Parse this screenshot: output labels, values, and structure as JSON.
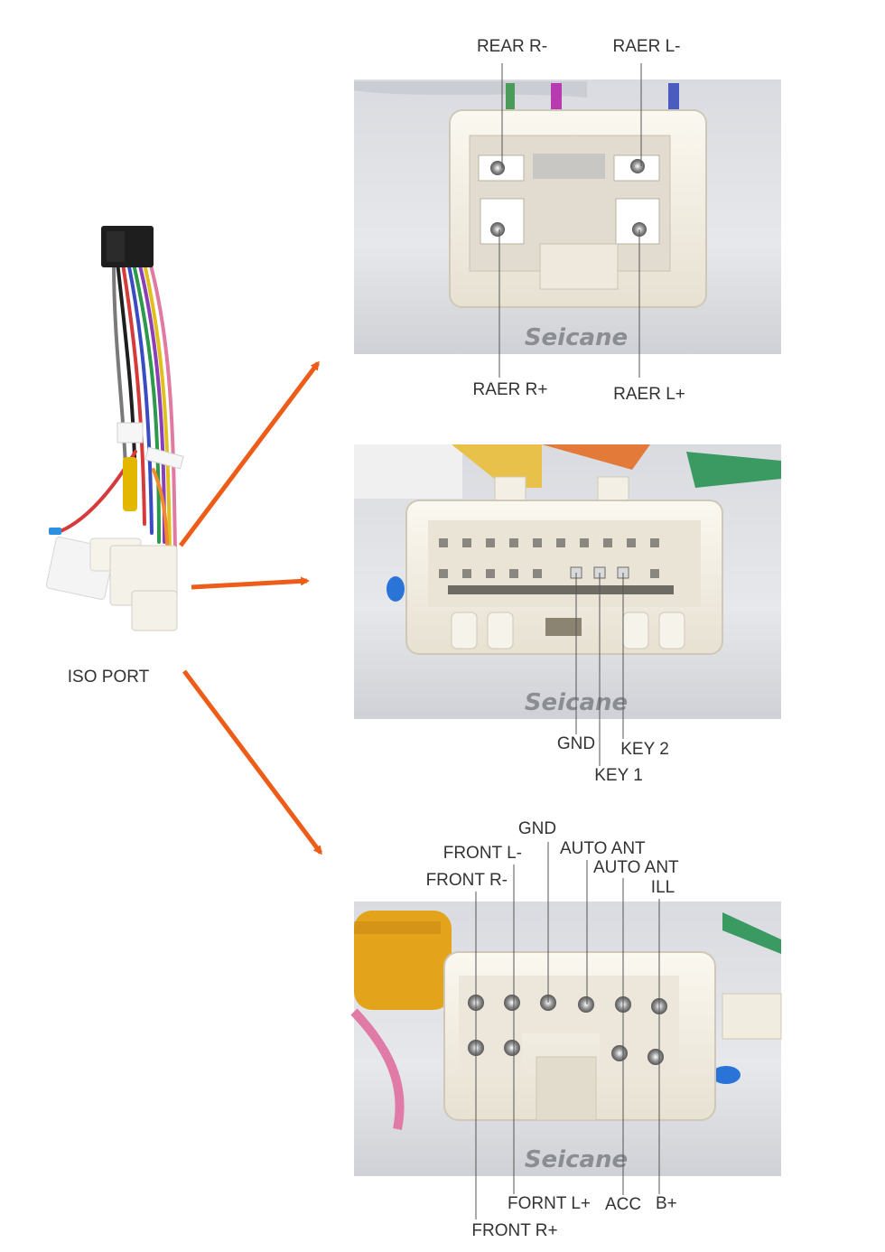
{
  "source": {
    "label": "ISO PORT"
  },
  "watermark": "Seicane",
  "panels": {
    "top": {
      "labels": {
        "rear_r_minus": "REAR R-",
        "rear_l_minus": "RAER L-",
        "rear_r_plus": "RAER R+",
        "rear_l_plus": "RAER L+"
      }
    },
    "middle": {
      "labels": {
        "gnd": "GND",
        "key1": "KEY 1",
        "key2": "KEY 2"
      }
    },
    "bottom": {
      "labels": {
        "gnd": "GND",
        "front_l_minus": "FRONT L-",
        "front_r_minus": "FRONT R-",
        "auto_ant_1": "AUTO ANT",
        "auto_ant_2": "AUTO ANT",
        "ill": "ILL",
        "fornt_l_plus": "FORNT L+",
        "acc": "ACC",
        "b_plus": "B+",
        "front_r_plus": "FRONT R+"
      }
    }
  },
  "colors": {
    "arrow": "#ee5c1a",
    "line": "#555555",
    "connector": "#f1ece0"
  }
}
